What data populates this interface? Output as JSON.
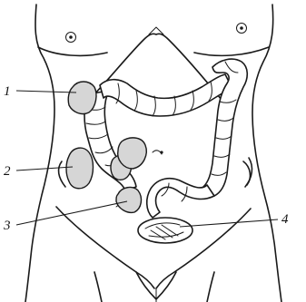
{
  "callouts": [
    {
      "id": "1",
      "label": "1"
    },
    {
      "id": "2",
      "label": "2"
    },
    {
      "id": "3",
      "label": "3"
    },
    {
      "id": "4",
      "label": "4"
    }
  ],
  "colors": {
    "ink": "#1a1a1a",
    "stipple": "#d6d6d6",
    "background": "#ffffff"
  }
}
